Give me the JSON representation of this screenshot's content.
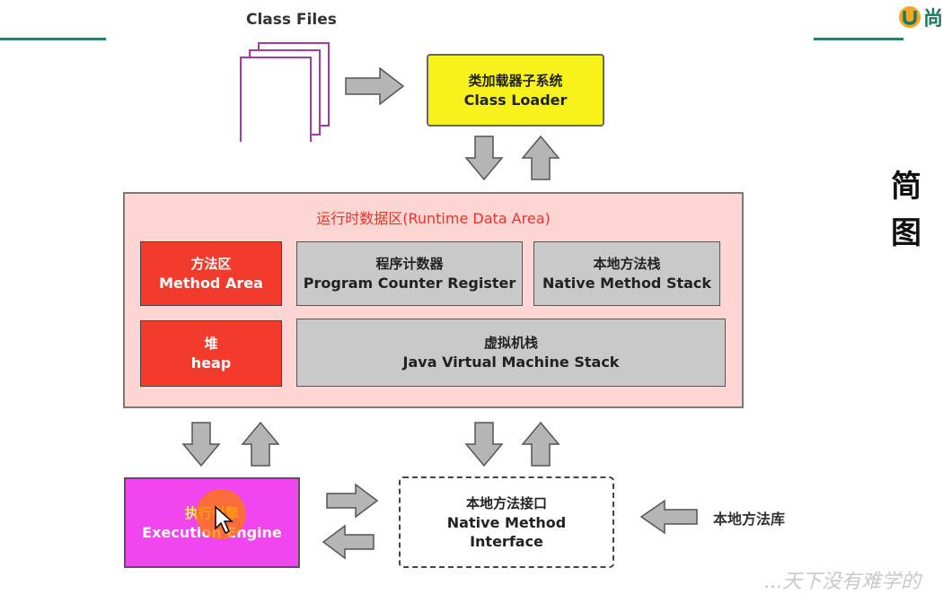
{
  "logo": {
    "text": "尚"
  },
  "class_files": {
    "label": "Class Files"
  },
  "class_loader": {
    "cn": "类加载器子系统",
    "en": "Class Loader"
  },
  "runtime": {
    "title": "运行时数据区(Runtime Data Area)",
    "method_area": {
      "cn": "方法区",
      "en": "Method Area"
    },
    "pc_register": {
      "cn": "程序计数器",
      "en": "Program Counter Register"
    },
    "native_stack": {
      "cn": "本地方法栈",
      "en": "Native Method Stack"
    },
    "heap": {
      "cn": "堆",
      "en": "heap"
    },
    "jvm_stack": {
      "cn": "虚拟机栈",
      "en": "Java Virtual Machine Stack"
    }
  },
  "execution_engine": {
    "cn": "执行引擎",
    "en": "Execution Engine"
  },
  "native_interface": {
    "cn": "本地方法接口",
    "en1": "Native Method",
    "en2": "Interface"
  },
  "native_library": {
    "label": "本地方法库"
  },
  "side_title": {
    "line1": "简",
    "line2": "图"
  },
  "watermark": {
    "text": "...天下没有难学的"
  }
}
